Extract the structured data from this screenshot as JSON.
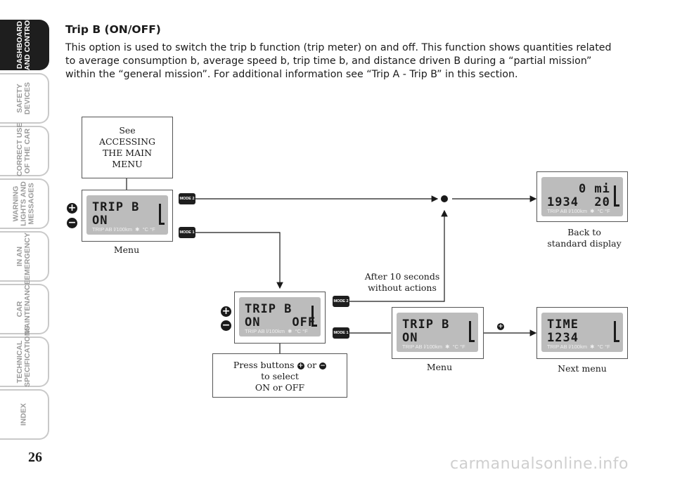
{
  "page_number": "26",
  "sidebar": {
    "tabs": [
      {
        "label": "DASHBOARD\nAND CONTROLS",
        "active": true
      },
      {
        "label": "SAFETY\nDEVICES",
        "active": false
      },
      {
        "label": "CORRECT USE\nOF THE CAR",
        "active": false
      },
      {
        "label": "WARNING\nLIGHTS AND\nMESSAGES",
        "active": false
      },
      {
        "label": "IN AN\nEMERGENCY",
        "active": false
      },
      {
        "label": "CAR\nMAINTENANCE",
        "active": false
      },
      {
        "label": "TECHNICAL\nSPECIFICATIONS",
        "active": false
      },
      {
        "label": "INDEX",
        "active": false
      }
    ]
  },
  "section": {
    "title": "Trip B (ON/OFF)",
    "body": "This option is used to switch the trip b function (trip meter) on and off. This function shows quantities related to average consumption b, average speed b, trip time b, and distance driven B during a “partial mission” within the “general mission”. For additional information see “Trip A - Trip B” in this section."
  },
  "diagram": {
    "see_box": "See\nACCESSING\nTHE MAIN\nMENU",
    "press_box": {
      "line1": "Press buttons",
      "or": "or",
      "line2": "to select\nON or OFF"
    },
    "after_note": "After 10 seconds\nwithout actions",
    "captions": {
      "menu_left": "Menu",
      "menu_right": "Menu",
      "back": "Back to\nstandard display",
      "next": "Next menu"
    },
    "buttons": {
      "mode2": "MODE 2",
      "mode1": "MODE 1",
      "plus": "+",
      "minus": "−"
    },
    "displays": {
      "menu1": {
        "line1": "TRIP B",
        "line2": "ON"
      },
      "select": {
        "line1": "TRIP B",
        "line2": "ON    OFF"
      },
      "menu2": {
        "line1": "TRIP B",
        "line2": "ON"
      },
      "standard": {
        "line1": "    0 mi",
        "line2": "1934  20"
      },
      "next": {
        "line1": "TIME",
        "line2": "1234"
      },
      "footer": "TRIP AB l/100km  ✱  °C °F"
    }
  },
  "watermark": "carmanualsonline.info"
}
